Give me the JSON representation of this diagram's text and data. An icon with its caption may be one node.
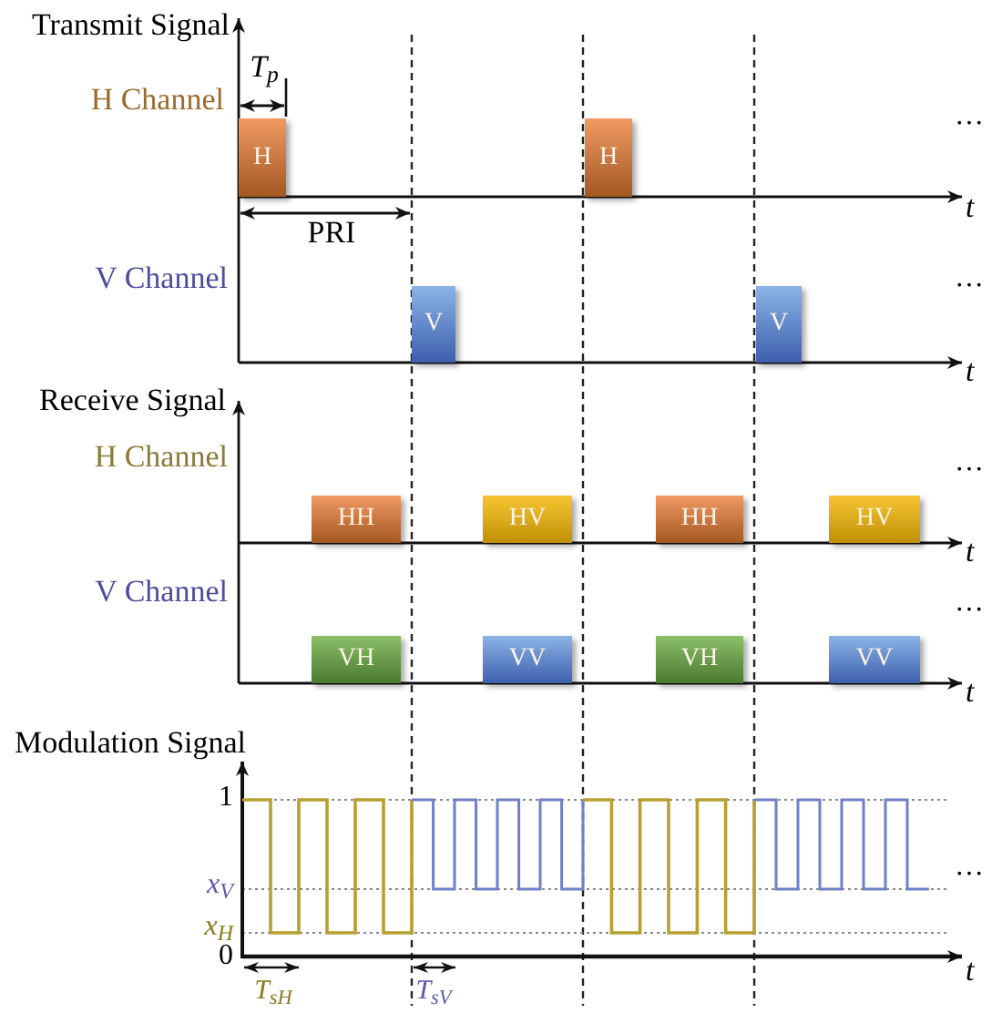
{
  "diagram": {
    "nodes": [
      {
        "text": [
          "H"
        ]
      },
      {
        "text": [
          "H"
        ]
      },
      {
        "text": [
          "V"
        ]
      },
      {
        "text": [
          "V"
        ]
      },
      {
        "text": [
          "HH"
        ]
      },
      {
        "text": [
          "HV"
        ]
      },
      {
        "text": [
          "HH"
        ]
      },
      {
        "text": [
          "HV"
        ]
      },
      {
        "text": [
          "VH"
        ]
      },
      {
        "text": [
          "VV"
        ]
      },
      {
        "text": [
          "VH"
        ]
      },
      {
        "text": [
          "VV"
        ]
      }
    ],
    "labels": [
      "Transmit Signal",
      "T$_{p}$",
      "H Channel",
      "…",
      "t",
      "PRI",
      "V Channel",
      "…",
      "t",
      "Receive Signal",
      "H Channel",
      "…",
      "t",
      "V Channel",
      "…",
      "t",
      "Modulation Signal",
      "1",
      "x$_{V}$",
      "…",
      "x$_{H}$",
      "0",
      "t",
      "T$_{sH}$",
      "T$_{sV}$"
    ]
  }
}
